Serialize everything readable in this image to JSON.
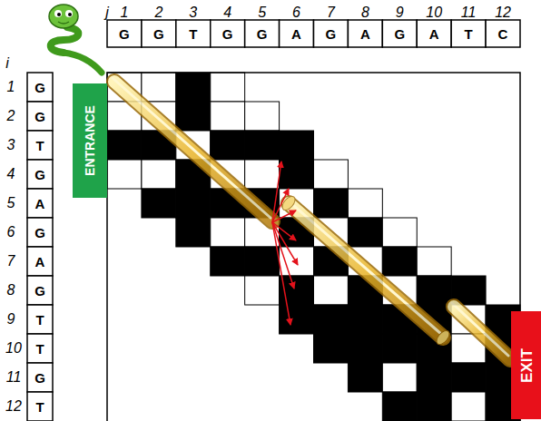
{
  "diagram": {
    "nodes": [
      {
        "text": [
          "ENTRANCE"
        ]
      },
      {
        "text": [
          "EXIT"
        ]
      }
    ],
    "labels": [
      "j",
      "1",
      "2",
      "3",
      "4",
      "5",
      "6",
      "7",
      "8",
      "9",
      "10",
      "11",
      "12",
      "G",
      "G",
      "T",
      "G",
      "G",
      "A",
      "G",
      "A",
      "G",
      "A",
      "T",
      "C",
      "i",
      "1",
      "2",
      "3",
      "4",
      "5",
      "6",
      "7",
      "8",
      "9",
      "10",
      "11",
      "12",
      "G",
      "G",
      "T",
      "G",
      "A",
      "G",
      "A",
      "G",
      "T",
      "T",
      "G",
      "T"
    ]
  }
}
